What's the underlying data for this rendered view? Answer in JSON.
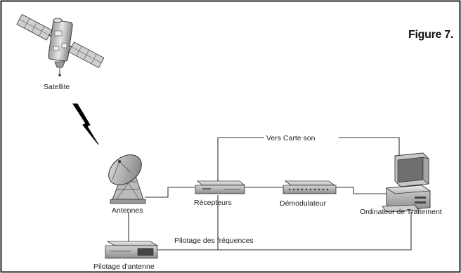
{
  "figure_label": "Figure 7.",
  "nodes": {
    "satellite": "Satellite",
    "antenna": "Antennes",
    "receiver": "Récepteurs",
    "demodulator": "Démodulateur",
    "computer": "Ordinateur de Traitement",
    "antenna_control": "Pilotage d'antenne"
  },
  "links": {
    "sound_card": "Vers Carte son",
    "frequency_control": "Pilotage des fréquences"
  }
}
